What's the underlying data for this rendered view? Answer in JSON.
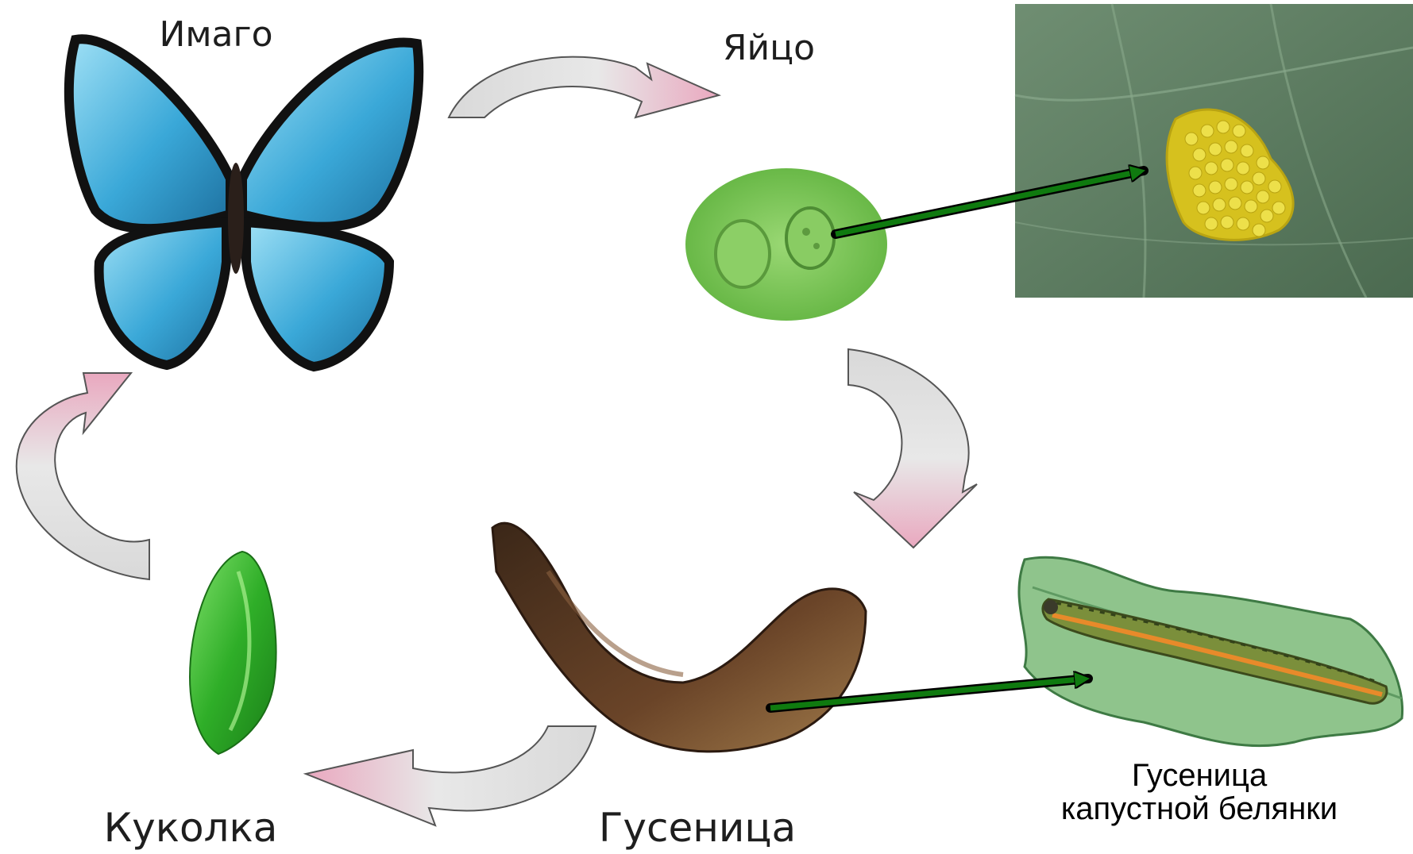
{
  "stages": {
    "adult": "Имаго",
    "egg": "Яйцо",
    "larva": "Гусеница",
    "pupa": "Куколка"
  },
  "caption": {
    "line1": "Гусеница",
    "line2": "капустной белянки"
  },
  "colors": {
    "pointer_arrow": "#0f7a0f",
    "cycle_arrow_grey": "#c8c8c8",
    "cycle_arrow_pink": "#e8a7bd",
    "butterfly_blue": "#3aa8d8",
    "egg_green": "#7fcf5a",
    "leaf_dark": "#5e7d62",
    "egg_cluster_yellow": "#e4d22a",
    "pupa_green": "#35b52f",
    "larva_brown": "#5a3a22"
  }
}
